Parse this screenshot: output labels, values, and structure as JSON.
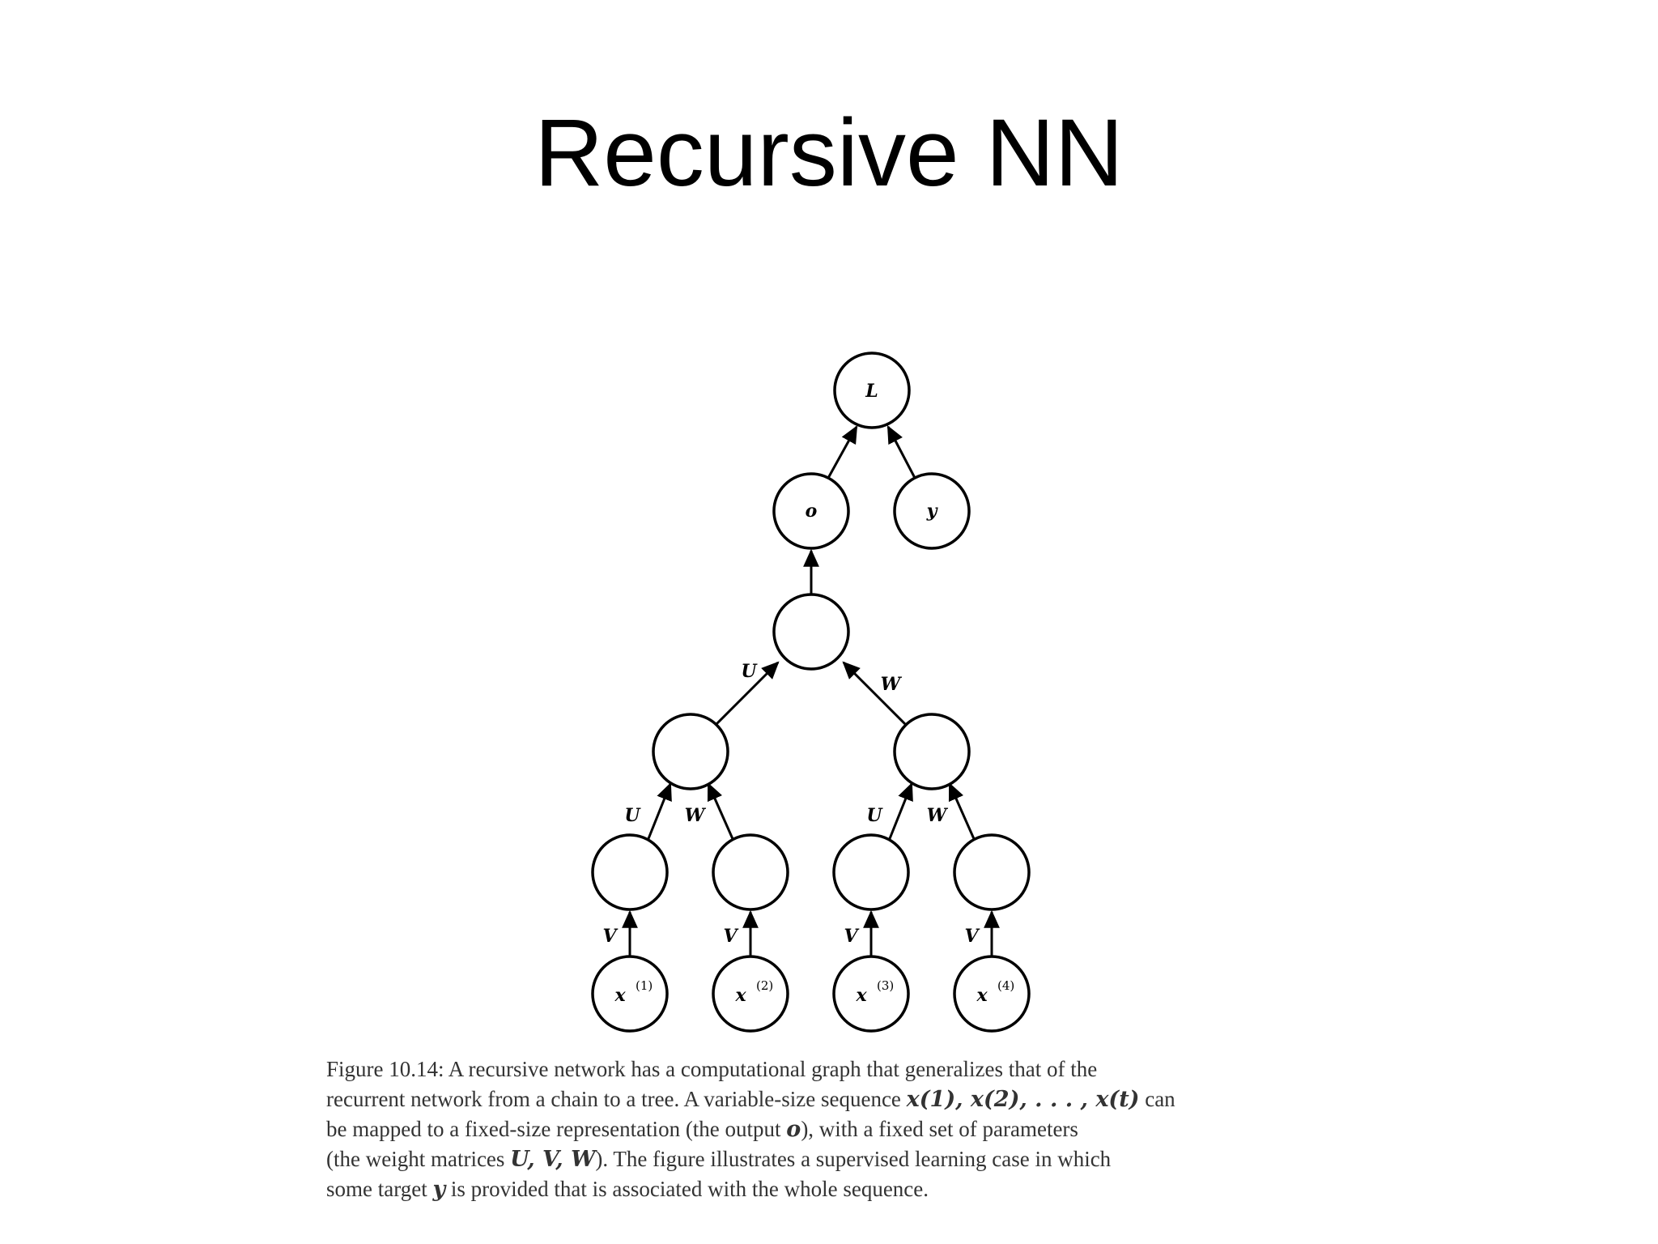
{
  "slide": {
    "title": "Recursive NN"
  },
  "diagram": {
    "nodes": {
      "L": "L",
      "o": "o",
      "y": "y",
      "root": "",
      "left_internal": "",
      "right_internal": "",
      "h1": "",
      "h2": "",
      "h3": "",
      "h4": "",
      "x1_base": "x",
      "x1_sup": "(1)",
      "x2_base": "x",
      "x2_sup": "(2)",
      "x3_base": "x",
      "x3_sup": "(3)",
      "x4_base": "x",
      "x4_sup": "(4)"
    },
    "edge_labels": {
      "U": "U",
      "W": "W",
      "V": "V"
    }
  },
  "caption": {
    "line1": "Figure 10.14: A recursive network has a computational graph that generalizes that of the",
    "line2_pre": "recurrent network from a chain to a tree. A variable-size sequence ",
    "line2_math": "x(1), x(2), . . . , x(t)",
    "line2_post": " can",
    "line3_pre": "be mapped to a fixed-size representation (the output ",
    "line3_math": "o",
    "line3_post": "), with a fixed set of parameters",
    "line4_pre": "(the weight matrices ",
    "line4_math": "U, V, W",
    "line4_post": "). The figure illustrates a supervised learning case in which",
    "line5_pre": "some target ",
    "line5_math": "y",
    "line5_post": " is provided that is associated with the whole sequence."
  }
}
